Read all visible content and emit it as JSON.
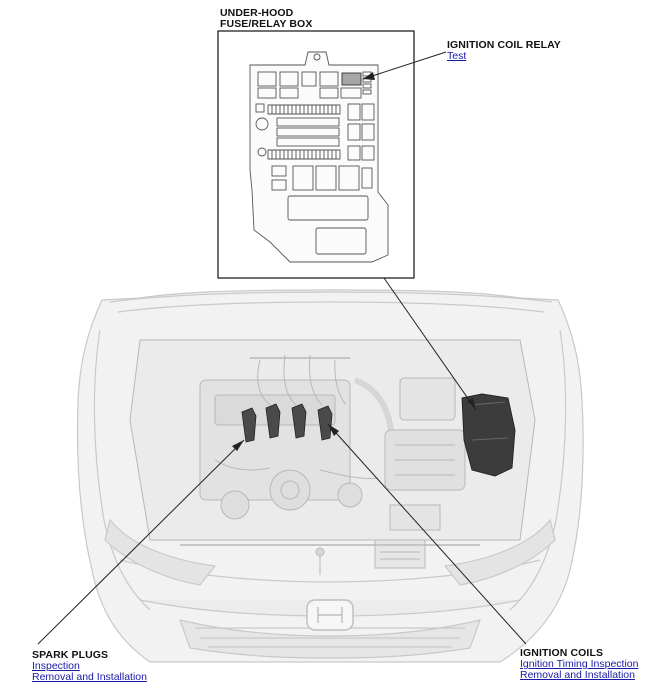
{
  "fusebox": {
    "title_line1": "UNDER-HOOD",
    "title_line2": "FUSE/RELAY BOX"
  },
  "relay": {
    "title": "IGNITION COIL RELAY",
    "links": [
      "Test"
    ]
  },
  "spark_plugs": {
    "title": "SPARK PLUGS",
    "links": [
      "Inspection",
      "Removal and Installation"
    ]
  },
  "ignition_coils": {
    "title": "IGNITION COILS",
    "links": [
      "Ignition Timing Inspection",
      "Removal and Installation"
    ]
  },
  "colors": {
    "link": "#1a1aa8",
    "highlight_relay": "#a6a6a6",
    "line": "#222222",
    "car_body": "#efefef"
  }
}
